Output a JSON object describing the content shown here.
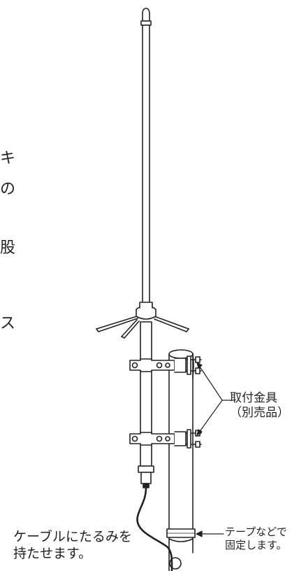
{
  "cutoff_text": [
    "キ",
    "の",
    "股",
    "ス"
  ],
  "labels": {
    "fitting": {
      "line1": "取付金具",
      "line2": "（別売品）"
    },
    "tape": {
      "line1": "テープなどで",
      "line2": "固定します。"
    },
    "cable": {
      "line1": "ケーブルにたるみを",
      "line2": "持たせます。"
    }
  },
  "colors": {
    "line": "#222222",
    "background": "#ffffff"
  }
}
